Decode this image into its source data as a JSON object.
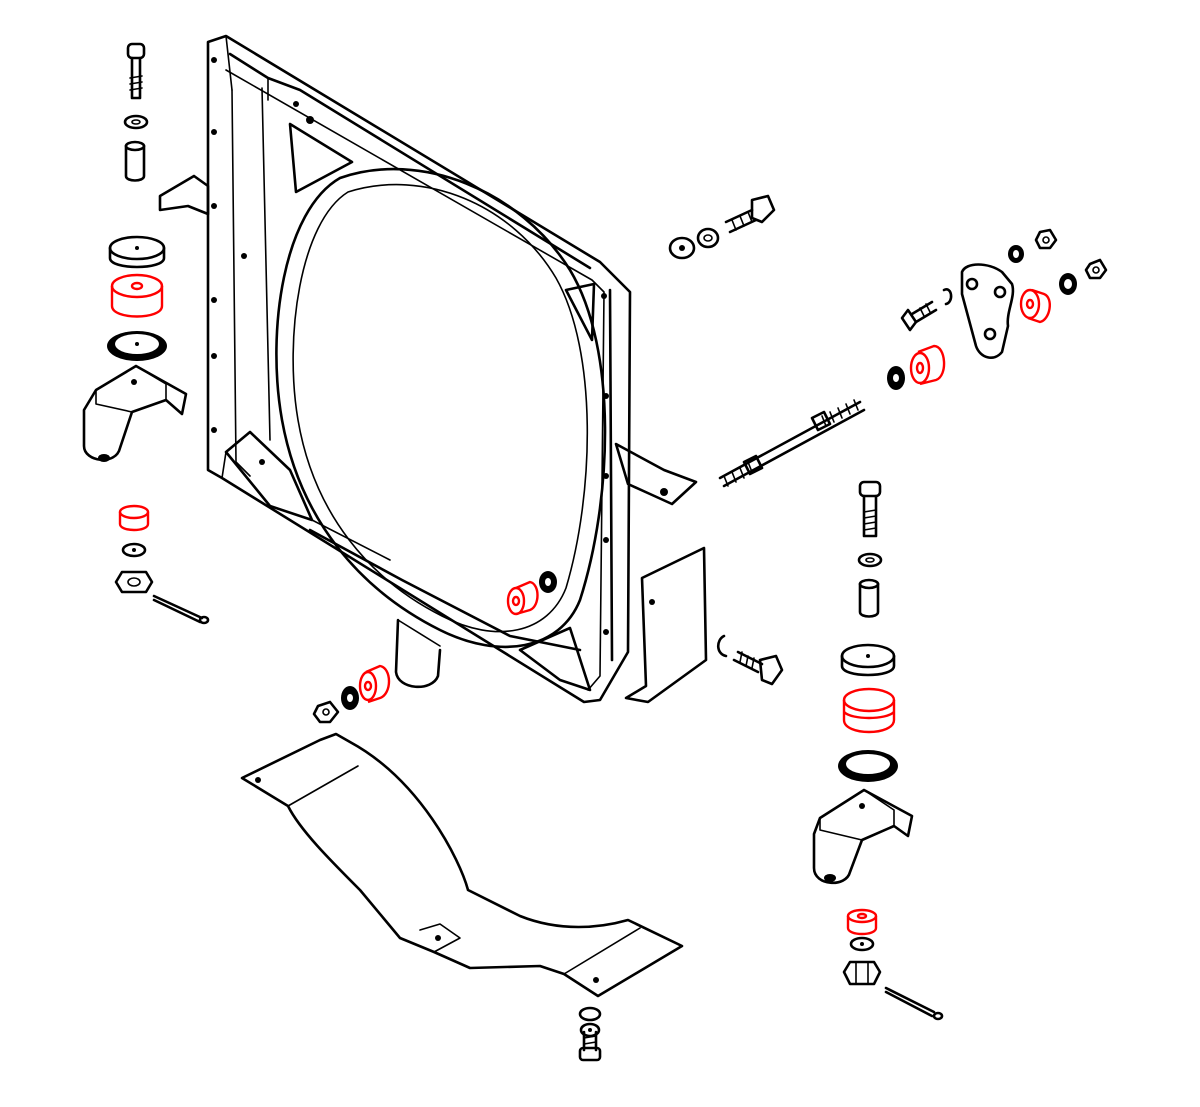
{
  "figure": {
    "background": "#ffffff",
    "line_color": "#000000",
    "highlight_color": "#ff0000"
  },
  "parts": {
    "frame": "radiator-fan-shroud-frame",
    "lower_cover": "lower-splash-cover",
    "left_bracket": "left-mount-bracket",
    "right_bracket": "right-mount-bracket",
    "stay_rod": "stay-rod",
    "triangular_plate": "triangular-mount-plate",
    "side_plate": "side-cover-plate"
  },
  "highlighted_parts": [
    "rubber-cushion-left-large",
    "rubber-bushing-left-small",
    "rubber-bushing-frame-bottom",
    "rubber-bushing-frame-lower",
    "rubber-bushing-rod",
    "rubber-bushing-plate",
    "rubber-cushion-right-large",
    "rubber-bushing-right-small"
  ]
}
